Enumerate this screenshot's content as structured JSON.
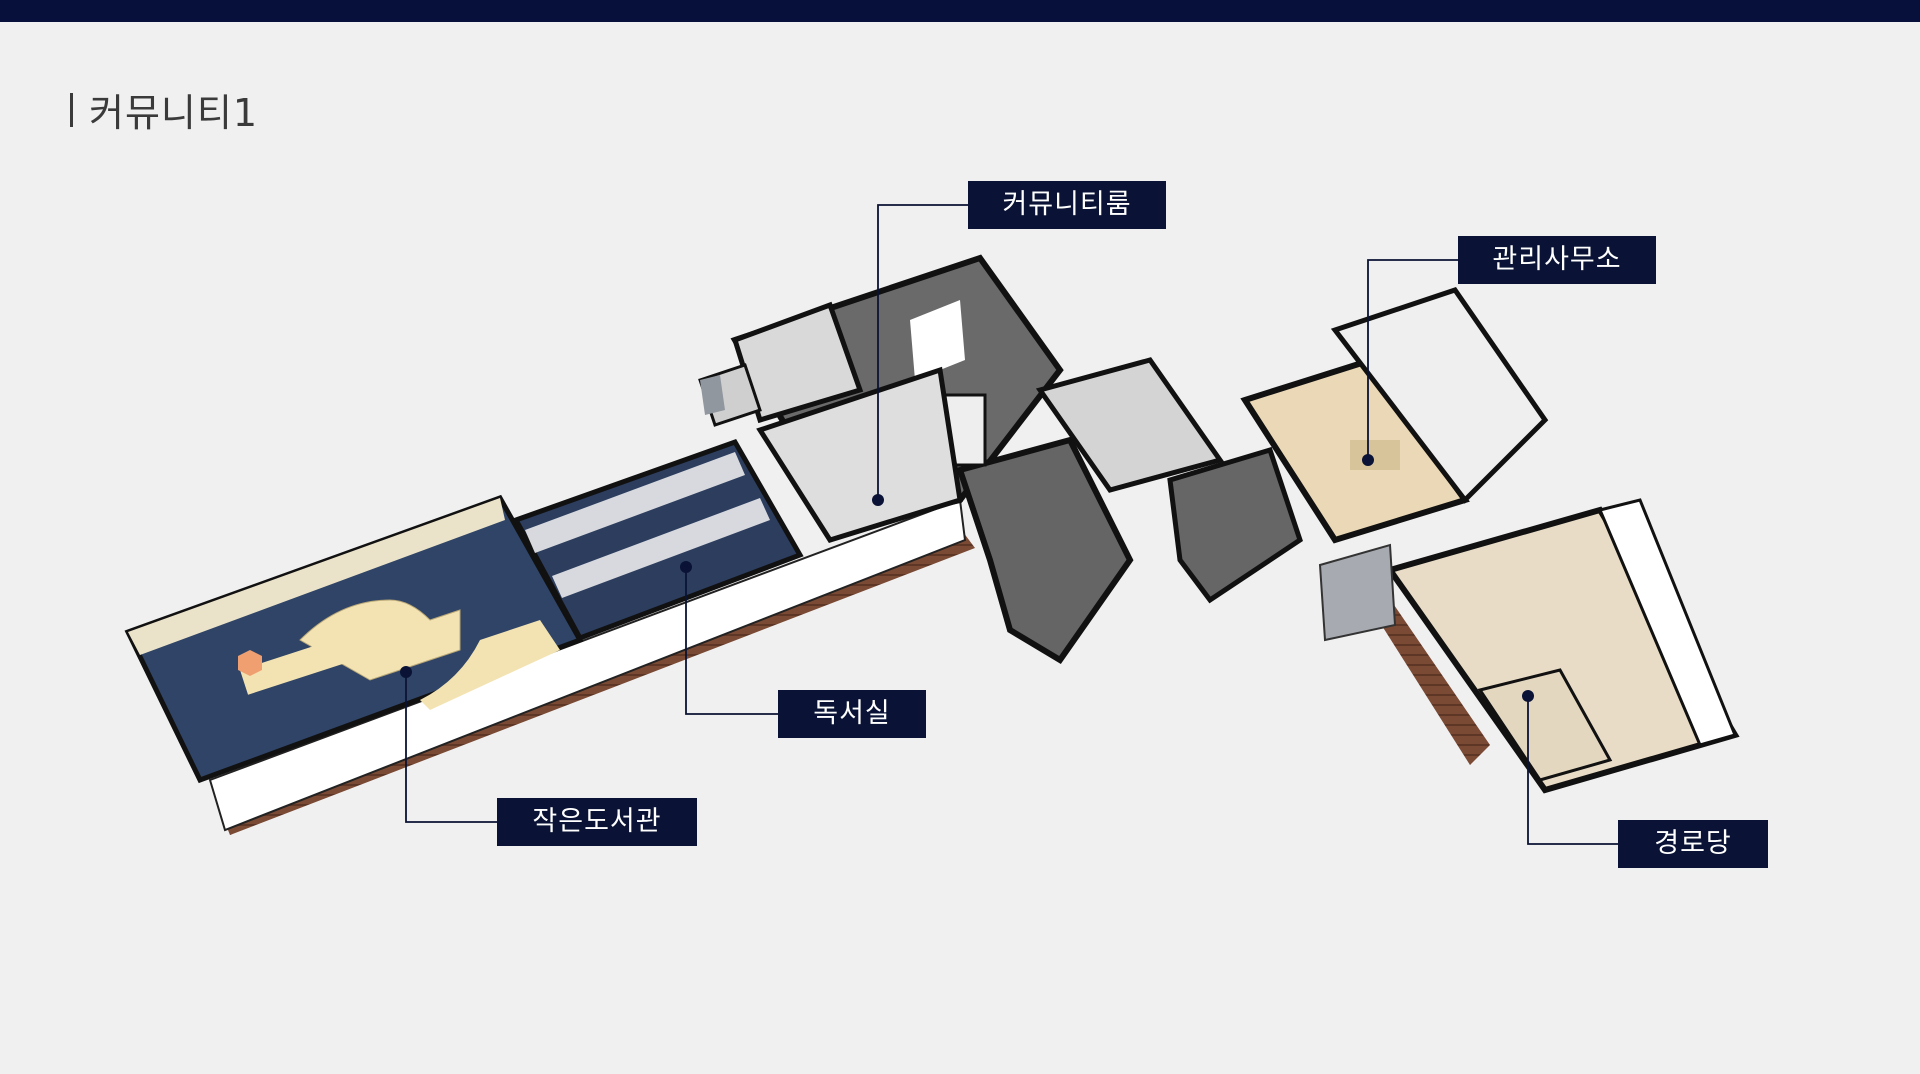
{
  "page": {
    "title": "커뮤니티1"
  },
  "colors": {
    "header": "#07103a",
    "label_bg": "#0a1335",
    "leader": "#0a1335"
  },
  "areas": {
    "community_room": {
      "label": "커뮤니티룸"
    },
    "management_office": {
      "label": "관리사무소"
    },
    "reading_room": {
      "label": "독서실"
    },
    "small_library": {
      "label": "작은도서관"
    },
    "senior_center": {
      "label": "경로당"
    }
  }
}
